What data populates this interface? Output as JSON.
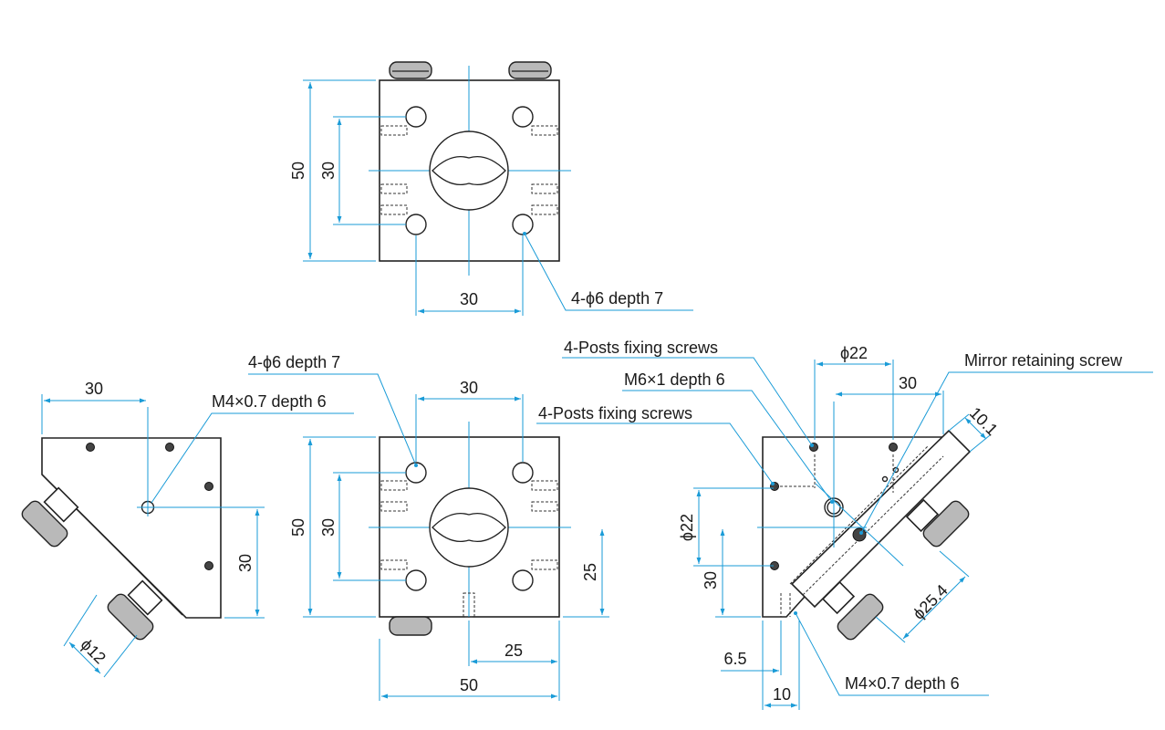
{
  "colors": {
    "outline": "#222222",
    "dimension": "#1a9bd7",
    "text": "#1a1a1a",
    "knob": "#b9b9b9"
  },
  "top_view": {
    "dim_height": "50",
    "dim_hole_spacing_v": "30",
    "dim_hole_spacing_h": "30",
    "note_holes": "4-ϕ6 depth 7"
  },
  "left_view": {
    "dim_top": "30",
    "dim_side": "30",
    "dim_knob_dia": "ϕ12",
    "note_tap": "M4×0.7 depth 6"
  },
  "front_view": {
    "dim_top": "30",
    "dim_height": "50",
    "dim_hole_spacing_v": "30",
    "dim_center_height": "25",
    "dim_center_width": "25",
    "dim_width": "50",
    "note_holes": "4-ϕ6 depth 7"
  },
  "right_view": {
    "dim_dia22_top": "ϕ22",
    "dim_30_top": "30",
    "dim_10_1": "10.1",
    "dim_dia22_side": "ϕ22",
    "dim_30_side": "30",
    "dim_dia25_4": "ϕ25.4",
    "dim_6_5": "6.5",
    "dim_10": "10",
    "note_posts_1": "4-Posts fixing screws",
    "note_m6": "M6×1 depth 6",
    "note_posts_2": "4-Posts fixing screws",
    "note_mirror": "Mirror retaining screw",
    "note_tap": "M4×0.7 depth 6"
  }
}
